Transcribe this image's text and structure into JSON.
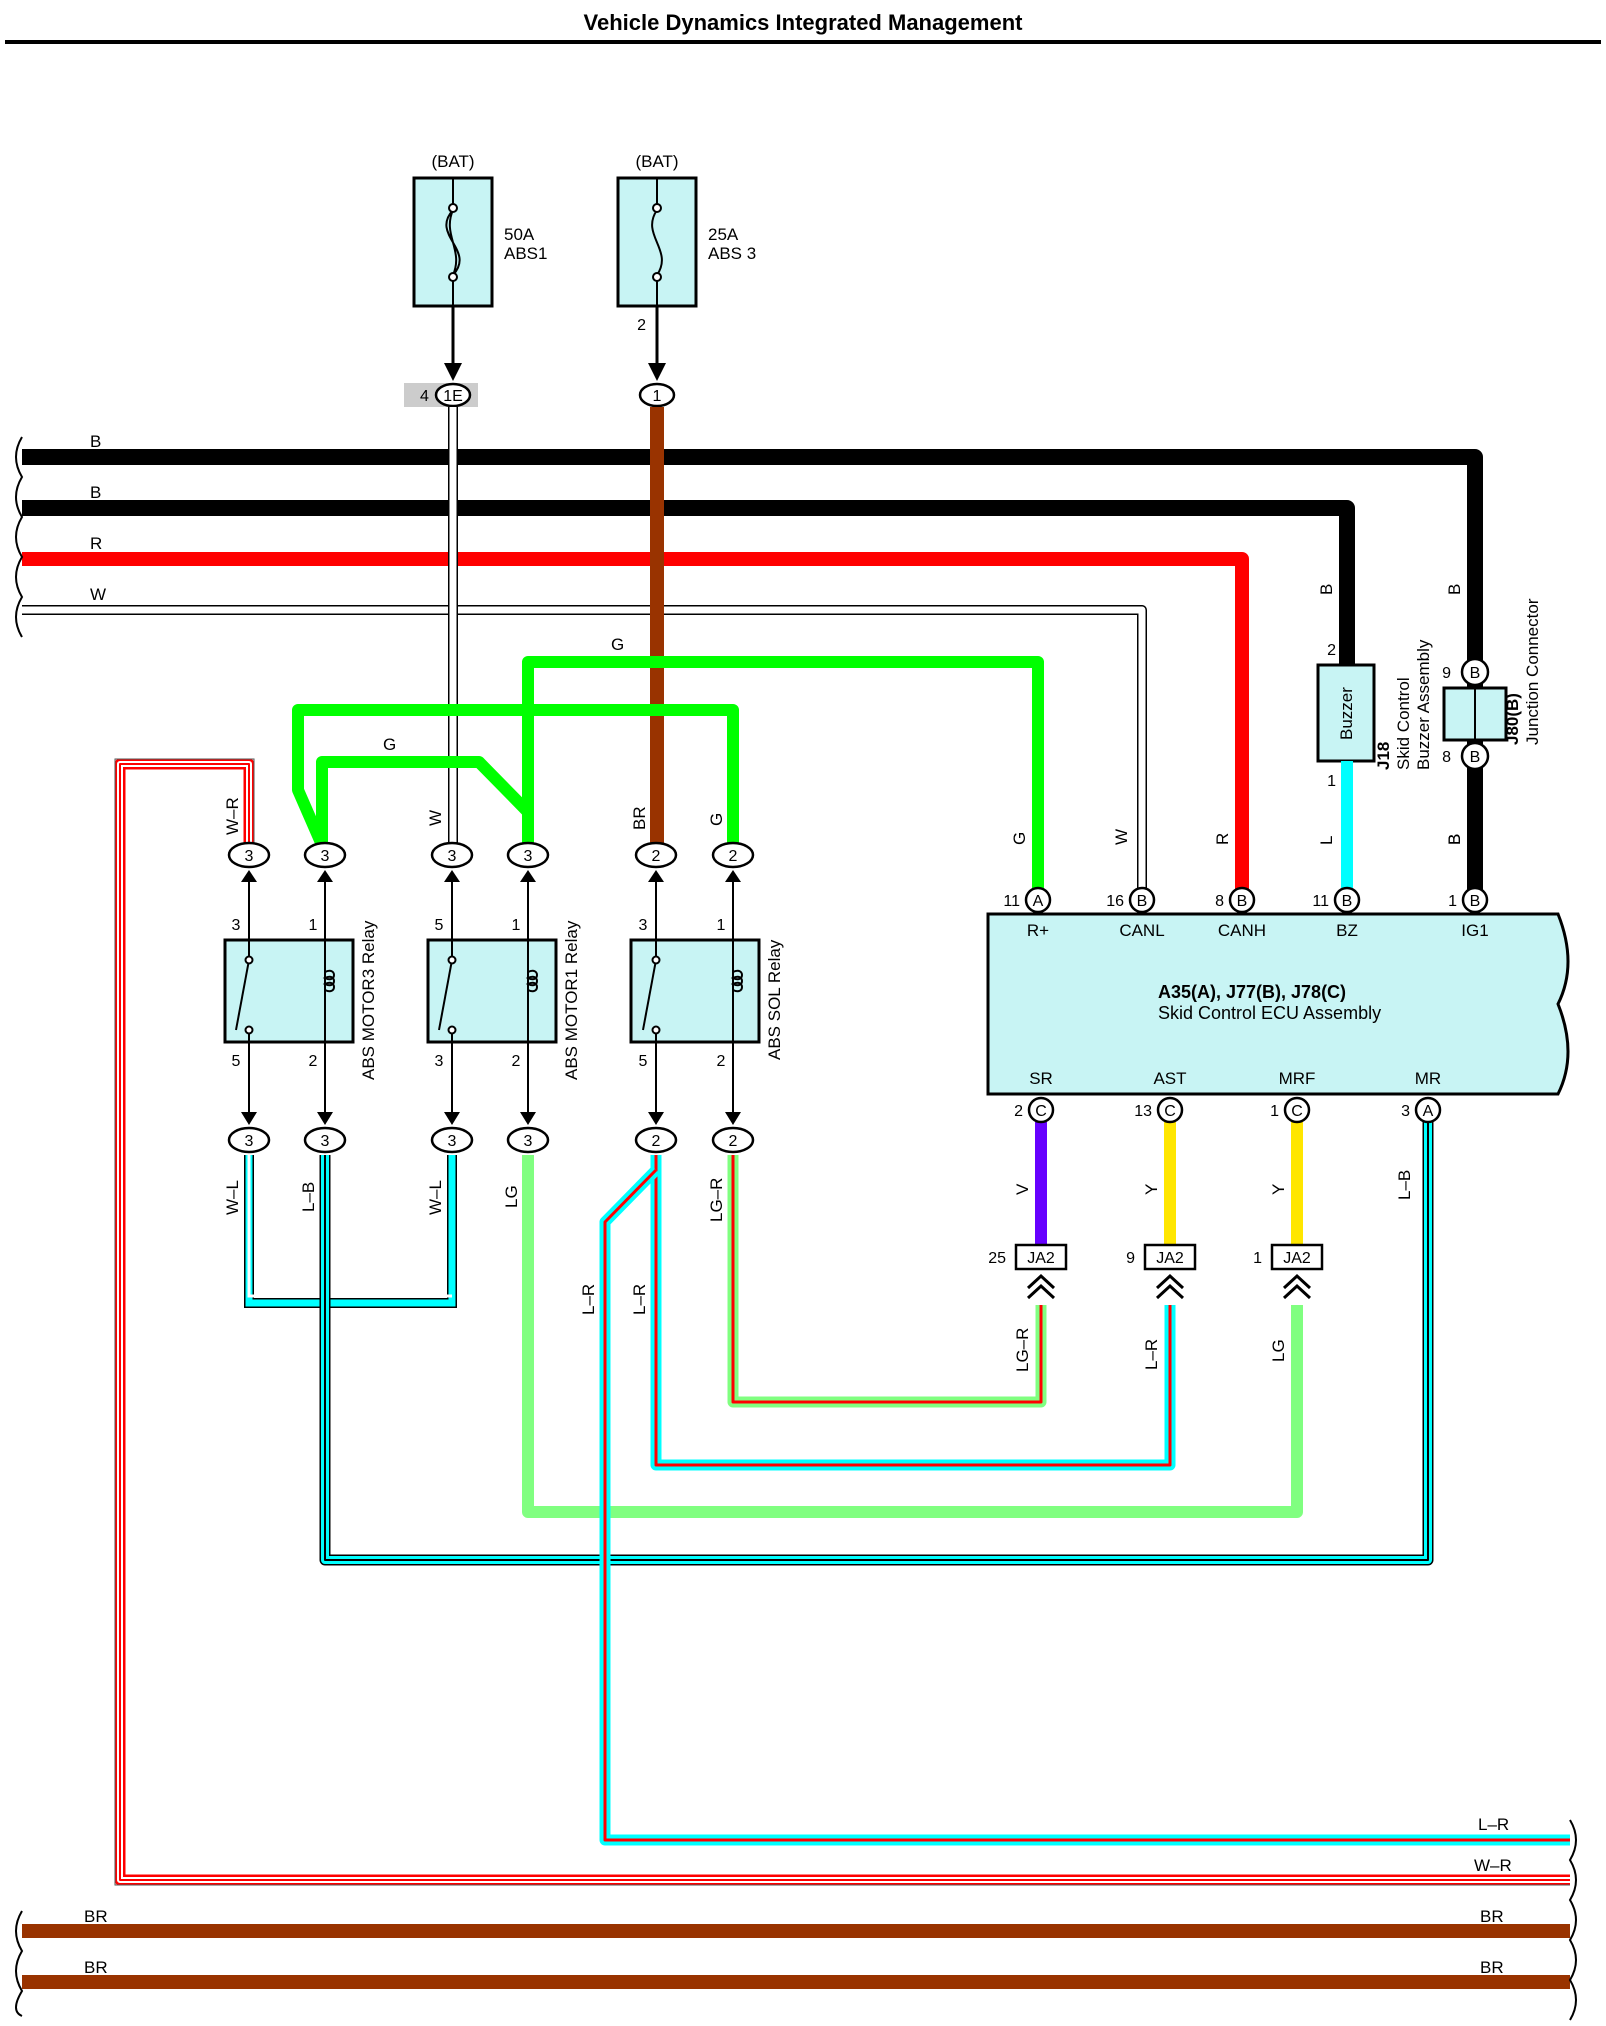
{
  "title": "Vehicle Dynamics Integrated Management",
  "colors": {
    "B": "#000000",
    "R": "#ff0000",
    "W": "#ffffff",
    "G": "#00ff00",
    "BR": "#993300",
    "L": "#00ffff",
    "V": "#6600ff",
    "Y": "#ffe600",
    "LG": "#80ff80",
    "box_fill": "#c8f4f4"
  },
  "fuses": [
    {
      "source": "(BAT)",
      "amps": "50A",
      "name": "ABS1"
    },
    {
      "source": "(BAT)",
      "amps": "25A",
      "name": "ABS 3"
    }
  ],
  "inline_connectors": {
    "ie_pin": "4",
    "ie_label": "1E",
    "abs3_pin_in": "2",
    "abs3_pin_out": "1"
  },
  "bus_wires": [
    {
      "label": "B"
    },
    {
      "label": "B"
    },
    {
      "label": "R"
    },
    {
      "label": "W"
    }
  ],
  "bottom_wires": [
    {
      "label_left": "BR",
      "label_right": "BR"
    },
    {
      "label_left": "BR",
      "label_right": "BR"
    },
    {
      "label_right_lr": "L–R",
      "label_right_wr": "W–R"
    }
  ],
  "relays": [
    {
      "name": "ABS MOTOR3 Relay",
      "pin_tl": "3",
      "pin_tr": "1",
      "pin_bl": "5",
      "pin_br": "2",
      "top_left": {
        "pin": "3",
        "wire": "W–R"
      },
      "top_right": {
        "pin": "3"
      },
      "bot_left": {
        "pin": "3",
        "wire": "W–L"
      },
      "bot_right": {
        "pin": "3",
        "wire": "L–B"
      }
    },
    {
      "name": "ABS MOTOR1 Relay",
      "pin_tl": "5",
      "pin_tr": "1",
      "pin_bl": "3",
      "pin_br": "2",
      "top_left": {
        "pin": "3",
        "wire": "W"
      },
      "top_right": {
        "pin": "3"
      },
      "bot_left": {
        "pin": "3",
        "wire": "W–L"
      },
      "bot_right": {
        "pin": "3",
        "wire": "LG"
      }
    },
    {
      "name": "ABS SOL Relay",
      "pin_tl": "3",
      "pin_tr": "1",
      "pin_bl": "5",
      "pin_br": "2",
      "top_left": {
        "pin": "2",
        "wire": "BR"
      },
      "top_right": {
        "pin": "2",
        "wire": "G"
      },
      "bot_left": {
        "pin": "2"
      },
      "bot_right": {
        "pin": "2",
        "wire": "LG–R"
      }
    }
  ],
  "wire_labels": {
    "g_top": "G",
    "g_mid": "G",
    "l_r_a": "L–R",
    "l_r_b": "L–R"
  },
  "buzzer": {
    "label": "Buzzer",
    "pin_top": "2",
    "pin_bottom": "1",
    "wire_top": "B",
    "wire_bottom": "L",
    "code": "J18",
    "name_line1": "Skid Control",
    "name_line2": "Buzzer Assembly"
  },
  "junction": {
    "code": "J80(B)",
    "name": "Junction Connector",
    "pin_top": "9",
    "pin_bottom": "8",
    "letter": "B",
    "wire_top": "B",
    "wire_bottom": "B"
  },
  "ecu": {
    "code": "A35(A), J77(B), J78(C)",
    "name": "Skid Control ECU Assembly",
    "top_pins": [
      {
        "num": "11",
        "letter": "A",
        "signal": "R+",
        "wire": "G"
      },
      {
        "num": "16",
        "letter": "B",
        "signal": "CANL",
        "wire": "W"
      },
      {
        "num": "8",
        "letter": "B",
        "signal": "CANH",
        "wire": "R"
      },
      {
        "num": "11",
        "letter": "B",
        "signal": "BZ",
        "wire": "L"
      },
      {
        "num": "1",
        "letter": "B",
        "signal": "IG1",
        "wire": "B"
      }
    ],
    "bottom_pins": [
      {
        "num": "2",
        "letter": "C",
        "signal": "SR",
        "wire": "V"
      },
      {
        "num": "13",
        "letter": "C",
        "signal": "AST",
        "wire": "Y"
      },
      {
        "num": "1",
        "letter": "C",
        "signal": "MRF",
        "wire": "Y"
      },
      {
        "num": "3",
        "letter": "A",
        "signal": "MR",
        "wire": "L–B"
      }
    ]
  },
  "ja2": [
    {
      "pin": "25",
      "label": "JA2",
      "wire_below": "LG–R"
    },
    {
      "pin": "9",
      "label": "JA2",
      "wire_below": "L–R"
    },
    {
      "pin": "1",
      "label": "JA2",
      "wire_below": "LG"
    }
  ]
}
